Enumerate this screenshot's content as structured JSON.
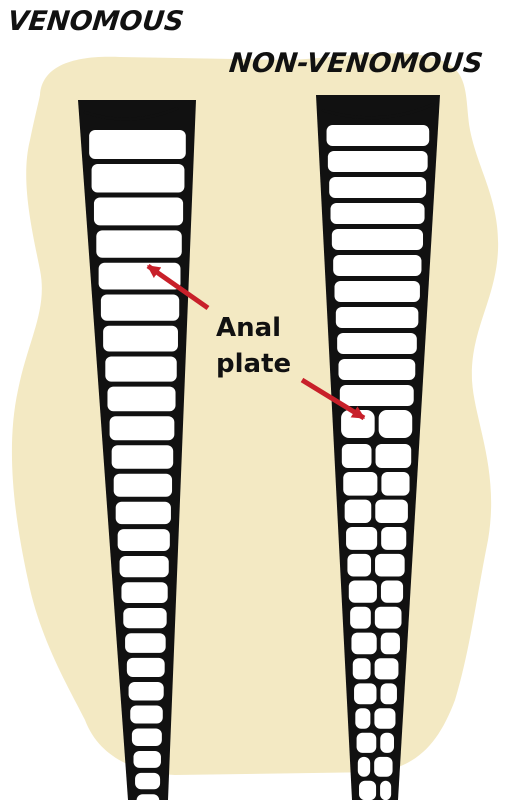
{
  "titles": {
    "venomous": "VENOMOUS",
    "non_venomous": "NON-VENOMOUS"
  },
  "annotation": {
    "line1": "Anal",
    "line2": "plate"
  },
  "colors": {
    "background_blob": "#f3e9c3",
    "ink": "#111111",
    "scale_fill": "#ffffff",
    "arrow": "#c8202a"
  },
  "diagram": {
    "left_tail": {
      "scale_pattern": "single-row",
      "anal_plate": "undivided"
    },
    "right_tail": {
      "scale_pattern": "double-row",
      "anal_plate": "divided"
    }
  }
}
